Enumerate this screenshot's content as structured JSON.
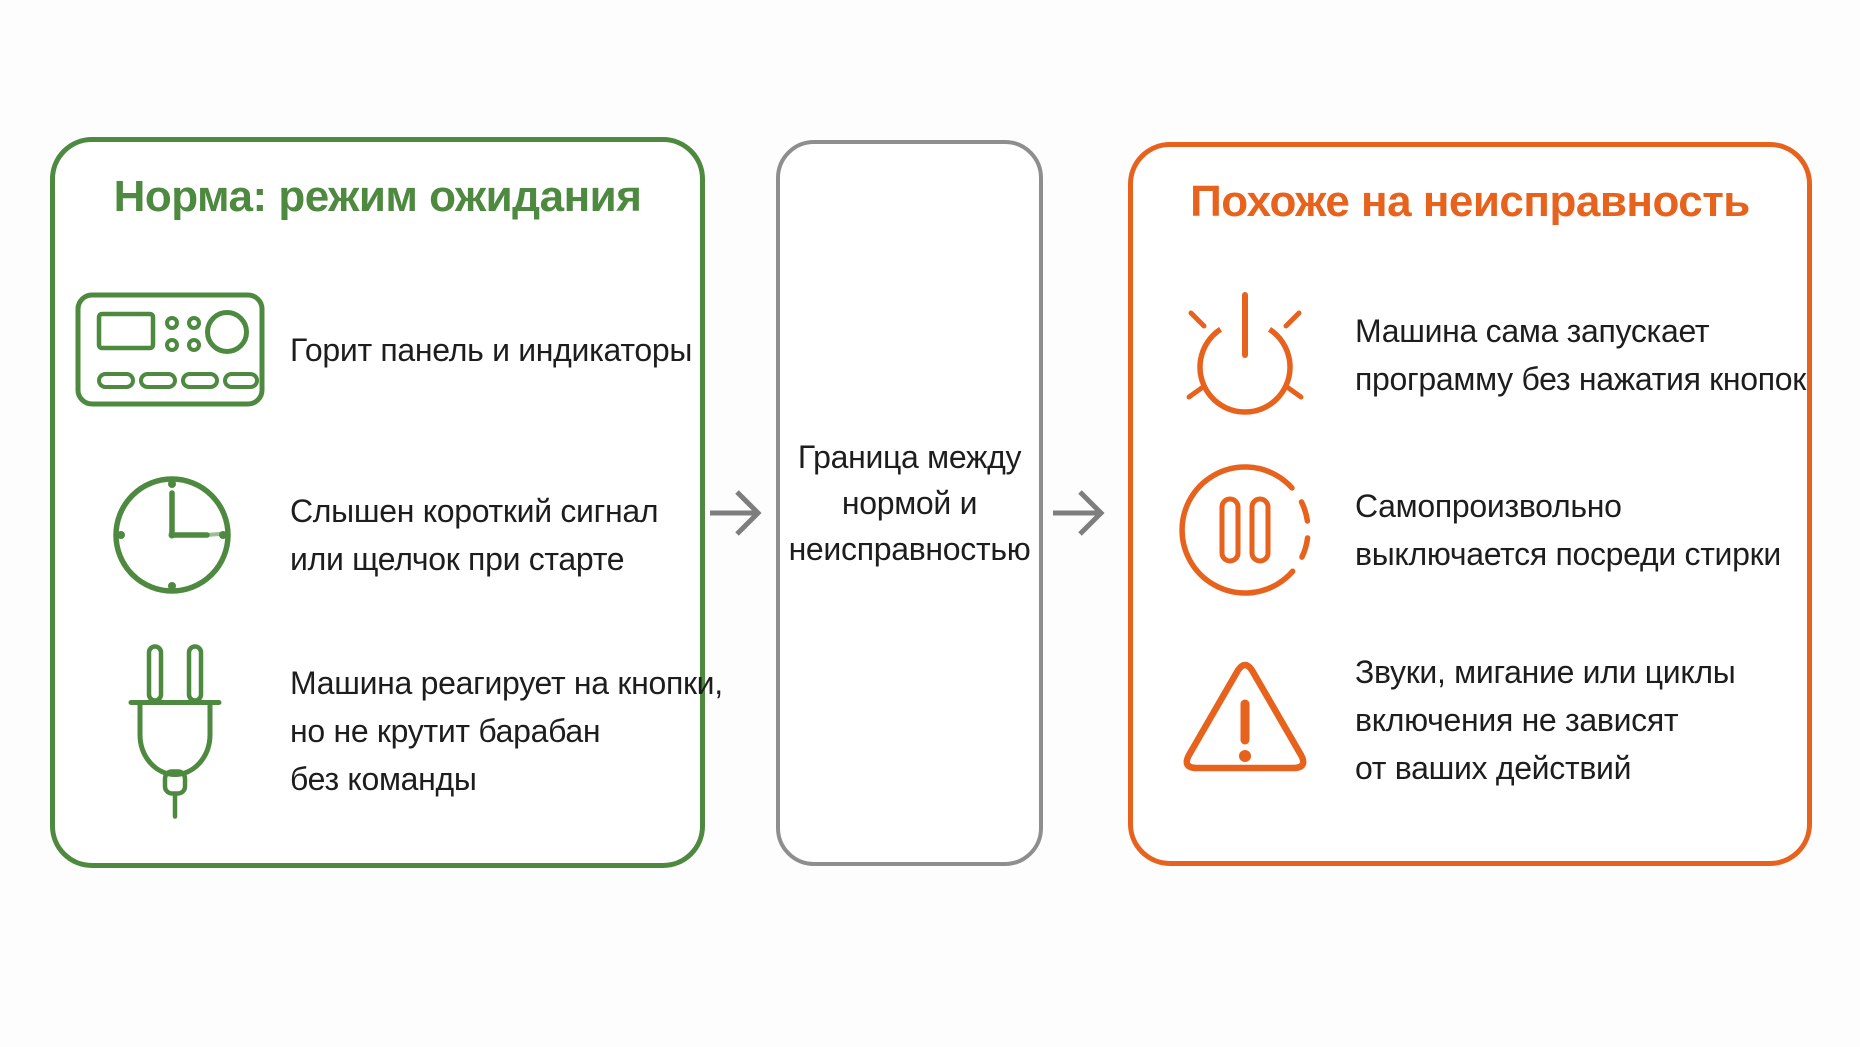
{
  "colors": {
    "green": "#4d8a40",
    "orange": "#e7621c",
    "gray_border": "#8e8e8e",
    "arrow_gray": "#7e7e7e",
    "text": "#1d1d1d",
    "background": "#fdfdfd"
  },
  "left_panel": {
    "title": "Норма: режим ожидания",
    "items": [
      {
        "icon": "control-panel-icon",
        "lines": [
          "Горит панель и индикаторы"
        ]
      },
      {
        "icon": "clock-icon",
        "lines": [
          "Слышен короткий сигнал",
          "или щелчок при старте"
        ]
      },
      {
        "icon": "plug-icon",
        "lines": [
          "Машина реагирует на кнопки,",
          "но не крутит барабан",
          "без команды"
        ]
      }
    ]
  },
  "middle_panel": {
    "lines": [
      "Граница между",
      "нормой и",
      "неисправностью"
    ]
  },
  "right_panel": {
    "title": "Похоже на неисправность",
    "items": [
      {
        "icon": "power-icon",
        "lines": [
          "Машина сама запускает",
          "программу без нажатия кнопок"
        ]
      },
      {
        "icon": "pause-icon",
        "lines": [
          "Самопроизвольно",
          "выключается посреди стирки"
        ]
      },
      {
        "icon": "warning-icon",
        "lines": [
          "Звуки, мигание или циклы",
          "включения не зависят",
          "от ваших действий"
        ]
      }
    ]
  }
}
